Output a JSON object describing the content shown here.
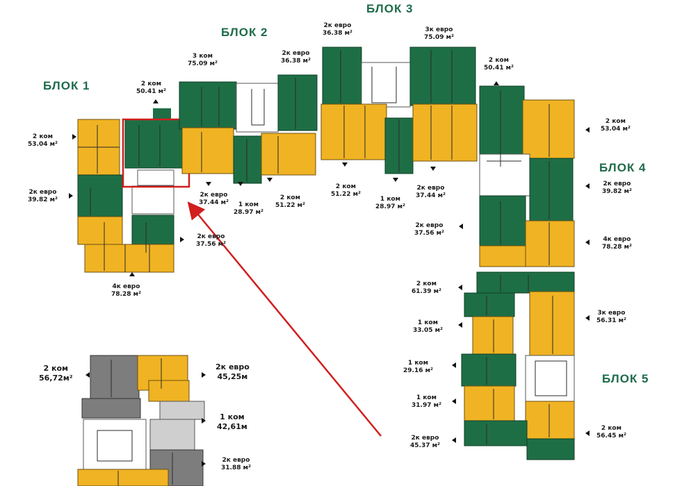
{
  "colors": {
    "green": "#1e6e45",
    "yellow": "#f0b323",
    "gray": "#7d7d7d",
    "light_gray": "#cfcfcf",
    "title": "#1e6b4a",
    "arrow": "#d11e1e"
  },
  "blocks": {
    "b1": "БЛОК 1",
    "b2": "БЛОК 2",
    "b3": "БЛОК 3",
    "b4": "БЛОК 4",
    "b5": "БЛОК 5"
  },
  "apartments": {
    "b1_2k_5304": {
      "type": "2 ком",
      "area": "53.04 м²"
    },
    "b1_2k_5041": {
      "type": "2 ком",
      "area": "50.41 м²"
    },
    "b1_2ke_3982": {
      "type": "2к евро",
      "area": "39.82 м²"
    },
    "b1_2ke_3756": {
      "type": "2к евро",
      "area": "37.56 м²"
    },
    "b1_4ke_7828": {
      "type": "4к евро",
      "area": "78.28 м²"
    },
    "b2_3k_7509": {
      "type": "3 ком",
      "area": "75.09 м²"
    },
    "b2_2ke_3638": {
      "type": "2к евро",
      "area": "36.38 м²"
    },
    "b2_2ke_3744": {
      "type": "2к евро",
      "area": "37.44 м²"
    },
    "b2_1k_2897": {
      "type": "1 ком",
      "area": "28.97 м²"
    },
    "b2_2k_5122": {
      "type": "2 ком",
      "area": "51.22 м²"
    },
    "b3_2ke_3638": {
      "type": "2к евро",
      "area": "36.38 м²"
    },
    "b3_3ke_7509": {
      "type": "3к евро",
      "area": "75.09 м²"
    },
    "b3_2k_5122": {
      "type": "2 ком",
      "area": "51.22 м²"
    },
    "b3_1k_2897": {
      "type": "1 ком",
      "area": "28.97 м²"
    },
    "b3_2ke_3744": {
      "type": "2к евро",
      "area": "37.44 м²"
    },
    "b4_2k_5041": {
      "type": "2 ком",
      "area": "50.41 м²"
    },
    "b4_2k_5304": {
      "type": "2 ком",
      "area": "53.04 м²"
    },
    "b4_2ke_3982": {
      "type": "2к евро",
      "area": "39.82 м²"
    },
    "b4_2ke_3756": {
      "type": "2к евро",
      "area": "37.56 м²"
    },
    "b4_4ke_7828": {
      "type": "4к евро",
      "area": "78.28 м²"
    },
    "b5_2k_6139": {
      "type": "2 ком",
      "area": "61.39 м²"
    },
    "b5_1k_3305": {
      "type": "1 ком",
      "area": "33.05 м²"
    },
    "b5_3ke_5631": {
      "type": "3к евро",
      "area": "56.31 м²"
    },
    "b5_1k_2916": {
      "type": "1 ком",
      "area": "29.16 м²"
    },
    "b5_1k_3197": {
      "type": "1 ком",
      "area": "31.97 м²"
    },
    "b5_2ke_4537": {
      "type": "2к евро",
      "area": "45.37 м²"
    },
    "b5_2k_5645": {
      "type": "2 ком",
      "area": "56.45 м²"
    },
    "d_2k_5672": {
      "type": "2 ком",
      "area": "56,72м²"
    },
    "d_2ke_4525": {
      "type": "2к евро",
      "area": "45,25м"
    },
    "d_1k_4261": {
      "type": "1 ком",
      "area": "42,61м"
    },
    "d_2ke_3188": {
      "type": "2к евро",
      "area": "31.88 м²"
    }
  }
}
